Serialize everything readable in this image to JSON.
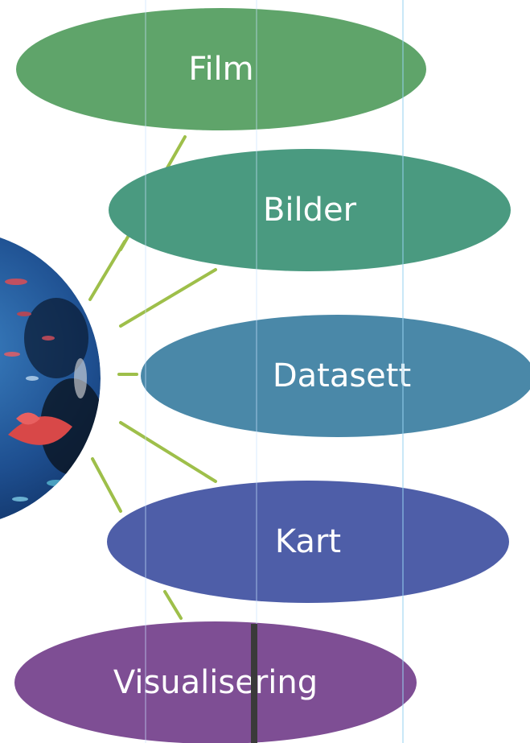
{
  "diagram": {
    "nodes": [
      {
        "id": "film",
        "label": "Film",
        "color": "#5fa46a"
      },
      {
        "id": "bilder",
        "label": "Bilder",
        "color": "#4a9a80"
      },
      {
        "id": "datasett",
        "label": "Datasett",
        "color": "#4a88a8"
      },
      {
        "id": "kart",
        "label": "Kart",
        "color": "#4e5ea8"
      },
      {
        "id": "visualisering",
        "label": "Visualisering",
        "color": "#7e4e94"
      }
    ],
    "connector_color": "#9ebf4a",
    "center_image": "underwater-fish-photo"
  }
}
